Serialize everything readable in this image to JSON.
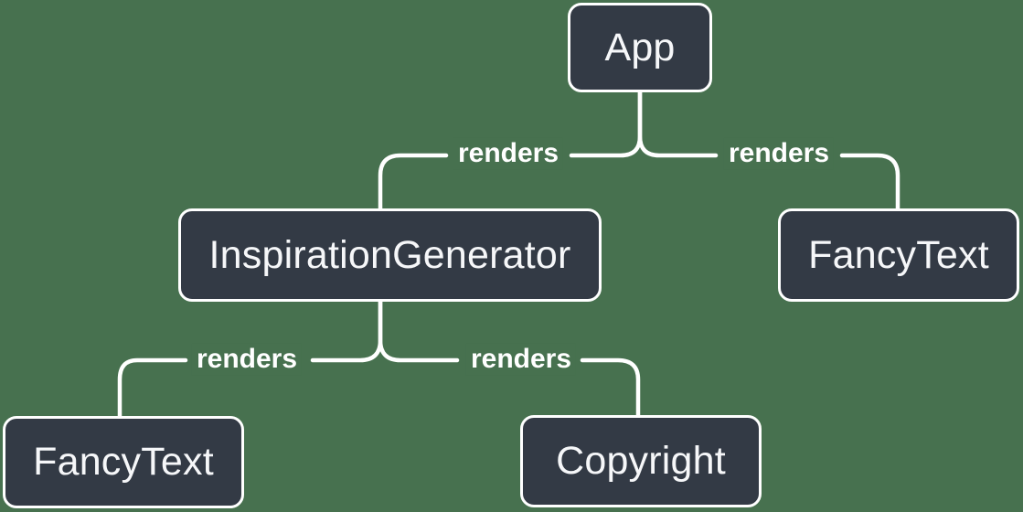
{
  "diagram": {
    "kind": "component-render-tree",
    "nodes": [
      {
        "id": "app",
        "label": "App"
      },
      {
        "id": "inspiration-generator",
        "label": "InspirationGenerator"
      },
      {
        "id": "fancy-text-top",
        "label": "FancyText"
      },
      {
        "id": "fancy-text-bottom",
        "label": "FancyText"
      },
      {
        "id": "copyright",
        "label": "Copyright"
      }
    ],
    "edges": [
      {
        "from": "App",
        "to": "InspirationGenerator",
        "label": "renders"
      },
      {
        "from": "App",
        "to": "FancyText",
        "label": "renders"
      },
      {
        "from": "InspirationGenerator",
        "to": "FancyText",
        "label": "renders"
      },
      {
        "from": "InspirationGenerator",
        "to": "Copyright",
        "label": "renders"
      }
    ],
    "colors": {
      "background": "#47714f",
      "node_fill": "#333a45",
      "node_border": "#ffffff",
      "node_text": "#f6f7f9",
      "line": "#ffffff",
      "edge_label_text": "#ffffff"
    }
  }
}
